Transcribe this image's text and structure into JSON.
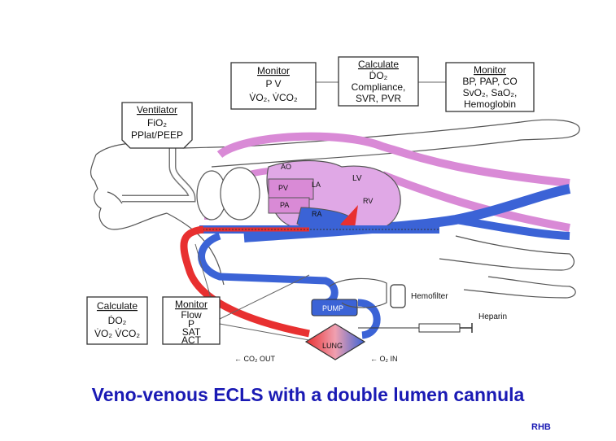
{
  "boxes": {
    "monitor_top": {
      "title": "Monitor",
      "line1": "P  V",
      "line2": "V̇O₂,  V̇CO₂"
    },
    "calculate_top": {
      "title": "Calculate",
      "line1": "ḊO₂",
      "line2": "Compliance,",
      "line3": "SVR, PVR"
    },
    "monitor_right": {
      "title": "Monitor",
      "line1": "BP, PAP, CO",
      "line2": "SvO₂, SaO₂,",
      "line3": "Hemoglobin"
    },
    "ventilator": {
      "title": "Ventilator",
      "line1": "FiO₂",
      "line2": "PPlat/PEEP"
    },
    "calculate_bottom": {
      "title": "Calculate",
      "line1": "ḊO₂",
      "line2": "V̇O₂ V̇CO₂"
    },
    "monitor_bottom": {
      "title": "Monitor",
      "line1": "Flow",
      "line2": "P",
      "line3": "SAT",
      "line4": "ACT"
    }
  },
  "heart": {
    "ao": "AO",
    "lv": "LV",
    "la": "LA",
    "pv": "PV",
    "pa": "PA",
    "rv": "RV",
    "ra": "RA"
  },
  "circuit": {
    "pump": "PUMP",
    "lung": "LUNG",
    "hemofilter": "Hemofilter",
    "heparin": "Heparin",
    "co2_out": "← CO₂ OUT",
    "o2_in": "← O₂ IN"
  },
  "caption": "Veno-venous ECLS with a double lumen cannula",
  "credit": "RHB",
  "colors": {
    "artery": "#d98ad6",
    "vein": "#3b63d6",
    "oxygenated": "#e83030",
    "caption": "#1a1ab4"
  }
}
